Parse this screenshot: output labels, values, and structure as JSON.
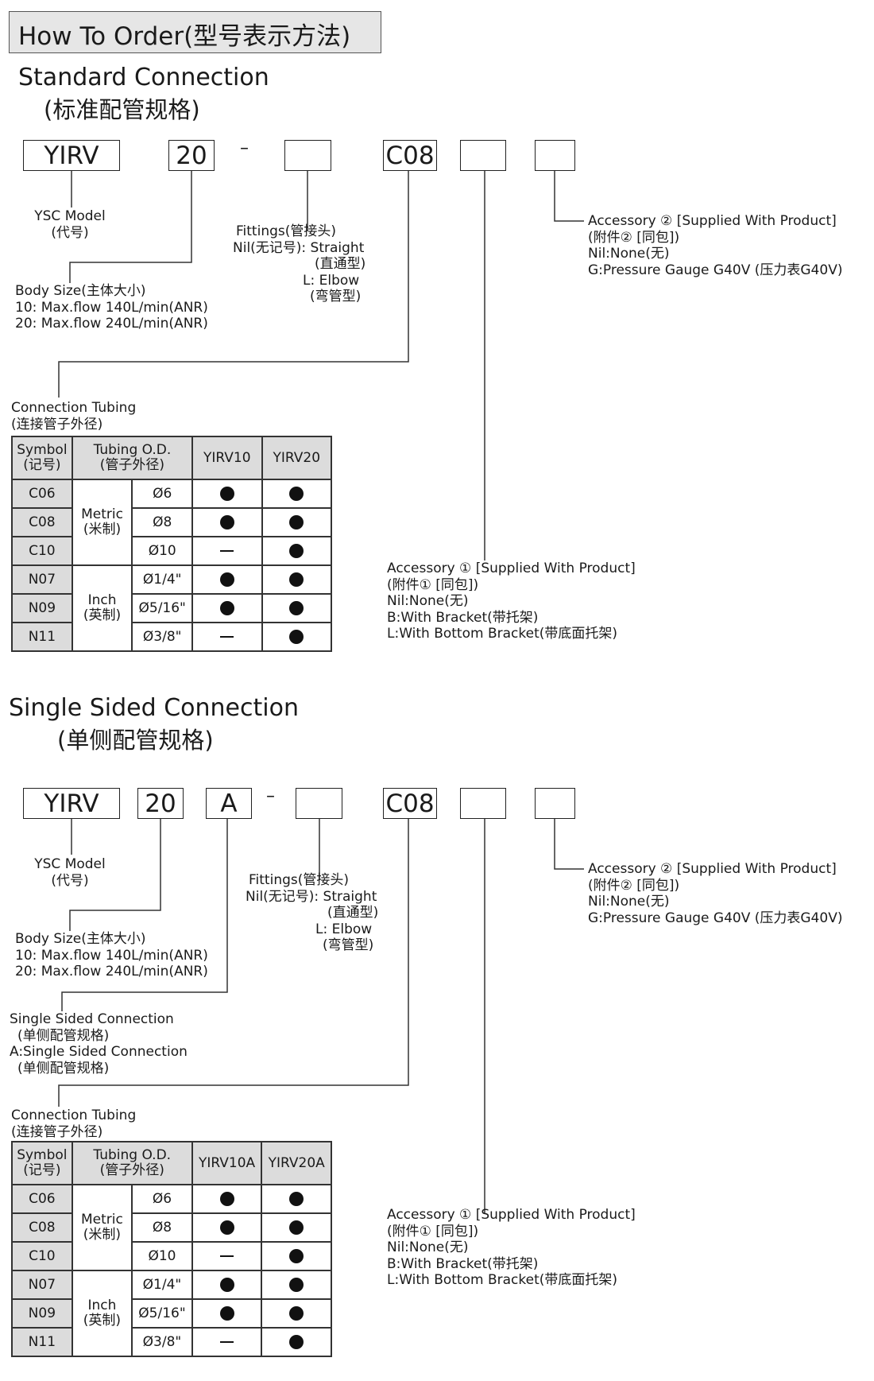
{
  "header": {
    "title": "How To Order(型号表示方法)"
  },
  "standard": {
    "title": "Standard Connection",
    "subtitle": "(标准配管规格)",
    "boxes": {
      "model": "YIRV",
      "size": "20",
      "dash": "–",
      "fitting": "",
      "tube": "C08",
      "acc1": "",
      "acc2": ""
    },
    "model_label": {
      "line1": "YSC Model",
      "line2": "(代号)"
    },
    "body_size": {
      "line1": "Body Size(主体大小)",
      "line2": "10: Max.flow 140L/min(ANR)",
      "line3": "20: Max.flow 240L/min(ANR)"
    },
    "fittings": {
      "line1": "Fittings(管接头)",
      "line2": "Nil(无记号): Straight",
      "line3": "(直通型)",
      "line4": "L: Elbow",
      "line5": "(弯管型)"
    },
    "acc2": {
      "line1": "Accessory ② [Supplied With Product]",
      "line2": "(附件② [同包])",
      "line3": "Nil:None(无)",
      "line4": "G:Pressure Gauge G40V (压力表G40V)"
    },
    "acc1": {
      "line1": "Accessory ① [Supplied With Product]",
      "line2": "(附件① [同包])",
      "line3": "Nil:None(无)",
      "line4": "B:With Bracket(带托架)",
      "line5": "L:With Bottom Bracket(带底面托架)"
    },
    "tubing_label": {
      "line1": "Connection Tubing",
      "line2": "(连接管子外径)"
    },
    "table": {
      "h_symbol": "Symbol",
      "h_symbol_cn": "(记号)",
      "h_od": "Tubing O.D.",
      "h_od_cn": "(管子外径)",
      "h_col1": "YIRV10",
      "h_col2": "YIRV20",
      "metric": "Metric",
      "metric_cn": "(米制)",
      "inch": "Inch",
      "inch_cn": "(英制)",
      "rows": [
        {
          "symbol": "C06",
          "od": "Ø6"
        },
        {
          "symbol": "C08",
          "od": "Ø8"
        },
        {
          "symbol": "C10",
          "od": "Ø10"
        },
        {
          "symbol": "N07",
          "od": "Ø1/4\""
        },
        {
          "symbol": "N09",
          "od": "Ø5/16\""
        },
        {
          "symbol": "N11",
          "od": "Ø3/8\""
        }
      ],
      "availability": [
        [
          true,
          true
        ],
        [
          true,
          true
        ],
        [
          false,
          true
        ],
        [
          true,
          true
        ],
        [
          true,
          true
        ],
        [
          false,
          true
        ]
      ]
    }
  },
  "single": {
    "title": "Single Sided Connection",
    "subtitle": "(单侧配管规格)",
    "boxes": {
      "model": "YIRV",
      "size": "20",
      "conn": "A",
      "dash": "–",
      "fitting": "",
      "tube": "C08",
      "acc1": "",
      "acc2": ""
    },
    "model_label": {
      "line1": "YSC Model",
      "line2": "(代号)"
    },
    "body_size": {
      "line1": "Body Size(主体大小)",
      "line2": "10: Max.flow 140L/min(ANR)",
      "line3": "20: Max.flow 240L/min(ANR)"
    },
    "fittings": {
      "line1": "Fittings(管接头)",
      "line2": "Nil(无记号): Straight",
      "line3": "(直通型)",
      "line4": "L: Elbow",
      "line5": "(弯管型)"
    },
    "ssc": {
      "line1": "Single Sided Connection",
      "line2": "(单侧配管规格)",
      "line3": "A:Single Sided Connection",
      "line4": "(单侧配管规格)"
    },
    "acc2": {
      "line1": "Accessory ② [Supplied With Product]",
      "line2": "(附件② [同包])",
      "line3": "Nil:None(无)",
      "line4": "G:Pressure Gauge G40V (压力表G40V)"
    },
    "acc1": {
      "line1": "Accessory ① [Supplied With Product]",
      "line2": "(附件① [同包])",
      "line3": "Nil:None(无)",
      "line4": "B:With Bracket(带托架)",
      "line5": "L:With Bottom Bracket(带底面托架)"
    },
    "tubing_label": {
      "line1": "Connection Tubing",
      "line2": "(连接管子外径)"
    },
    "table": {
      "h_symbol": "Symbol",
      "h_symbol_cn": "(记号)",
      "h_od": "Tubing O.D.",
      "h_od_cn": "(管子外径)",
      "h_col1": "YIRV10A",
      "h_col2": "YIRV20A",
      "metric": "Metric",
      "metric_cn": "(米制)",
      "inch": "Inch",
      "inch_cn": "(英制)",
      "rows": [
        {
          "symbol": "C06",
          "od": "Ø6"
        },
        {
          "symbol": "C08",
          "od": "Ø8"
        },
        {
          "symbol": "C10",
          "od": "Ø10"
        },
        {
          "symbol": "N07",
          "od": "Ø1/4\""
        },
        {
          "symbol": "N09",
          "od": "Ø5/16\""
        },
        {
          "symbol": "N11",
          "od": "Ø3/8\""
        }
      ],
      "availability": [
        [
          true,
          true
        ],
        [
          true,
          true
        ],
        [
          false,
          true
        ],
        [
          true,
          true
        ],
        [
          true,
          true
        ],
        [
          false,
          true
        ]
      ]
    }
  }
}
